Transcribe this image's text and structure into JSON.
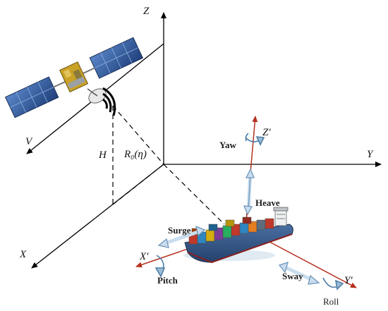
{
  "axes": {
    "z": "Z",
    "y": "Y",
    "x": "X",
    "v": "V",
    "h": "H",
    "range": "R₀(η)"
  },
  "ship_axes": {
    "z": "Z'",
    "y": "Y'",
    "x": "X'"
  },
  "motions": {
    "yaw": "Yaw",
    "heave": "Heave",
    "surge": "Surge",
    "pitch": "Pitch",
    "sway": "Sway",
    "roll": "Roll"
  },
  "icons": {
    "satellite": "satellite-icon",
    "ship": "container-ship-icon",
    "signal": "radar-signal-icon"
  },
  "colors": {
    "axis": "#000000",
    "ship_axis": "#b5301f",
    "motion_arrow": "#7fa8c9",
    "solar_panel": "#2c4f8f",
    "satellite_body": "#c9a227",
    "hull": "#3a5c8c"
  }
}
